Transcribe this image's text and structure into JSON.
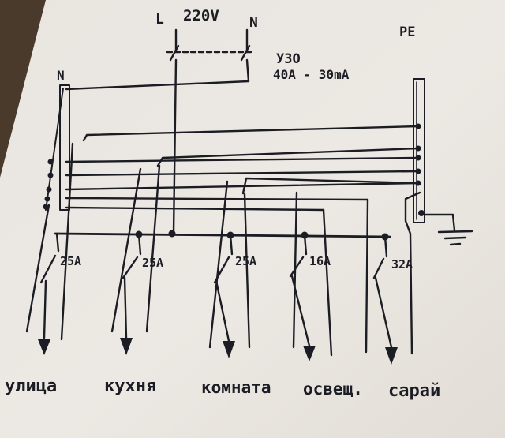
{
  "supply": {
    "label_l": "L",
    "voltage": "220V",
    "label_n": "N"
  },
  "rcd": {
    "name": "УЗО",
    "rating": "40A - 30mA"
  },
  "bus_labels": {
    "neutral": "N",
    "earth": "PE"
  },
  "breakers": [
    {
      "rating": "25A"
    },
    {
      "rating": "25A"
    },
    {
      "rating": "25A"
    },
    {
      "rating": "16A"
    },
    {
      "rating": "32A"
    }
  ],
  "circuits": [
    {
      "label": "улица"
    },
    {
      "label": "кухня"
    },
    {
      "label": "комната"
    },
    {
      "label": "освещ."
    },
    {
      "label": "сарай"
    }
  ],
  "colors": {
    "ink": "#1c1d24",
    "paper": "#ece8e3",
    "background": "#4a3a2c"
  }
}
